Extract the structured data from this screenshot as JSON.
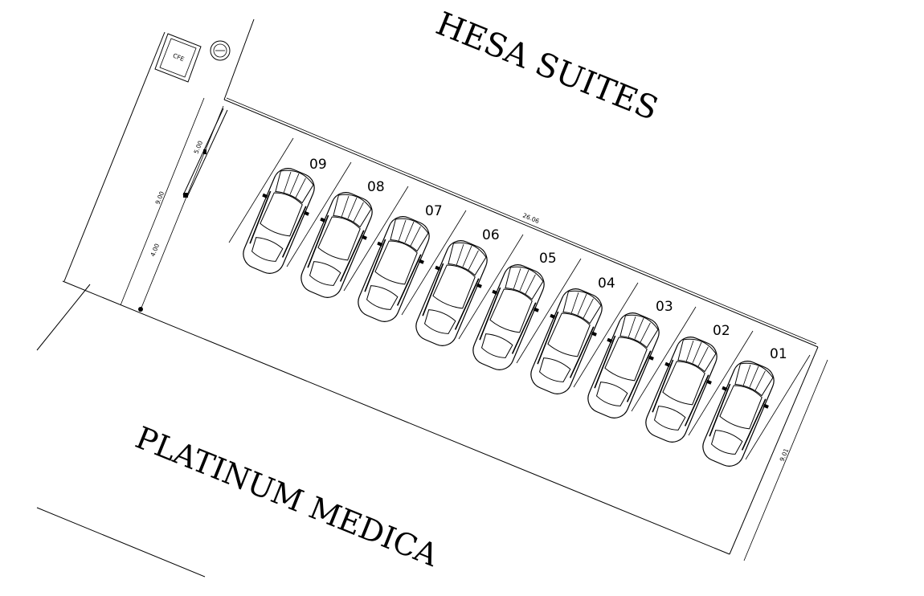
{
  "labels": {
    "top_building": "HESA  SUITES",
    "bottom_building": "PLATINUM  MEDICA",
    "meter_box": "CFE"
  },
  "dimensions": {
    "length": "26.06",
    "width_right": "9.01",
    "width_left": "9.00",
    "segment_top": "5.00",
    "segment_bottom": "4.00"
  },
  "stalls": [
    "09",
    "08",
    "07",
    "06",
    "05",
    "04",
    "03",
    "02",
    "01"
  ]
}
